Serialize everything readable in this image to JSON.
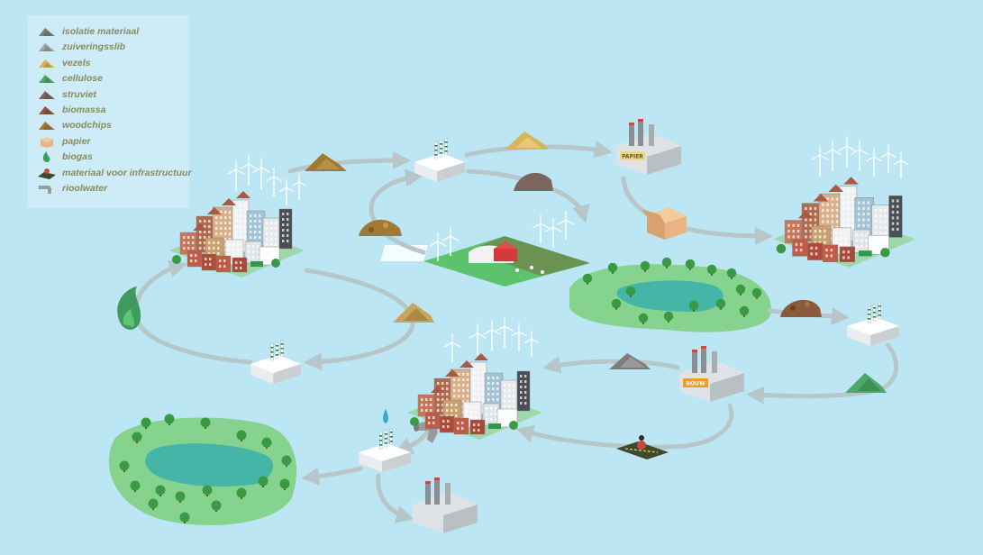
{
  "legend": {
    "items": [
      {
        "label": "isolatie materiaal",
        "icon": "pile-icon",
        "color": "#7d7d7d"
      },
      {
        "label": "zuiveringsslib",
        "icon": "pile-icon",
        "color": "#a0a0a0"
      },
      {
        "label": "vezels",
        "icon": "pile-icon",
        "color": "#d8b55a"
      },
      {
        "label": "cellulose",
        "icon": "pile-icon",
        "color": "#4ea86a"
      },
      {
        "label": "struviet",
        "icon": "pile-icon",
        "color": "#7a6560"
      },
      {
        "label": "biomassa",
        "icon": "pile-icon",
        "color": "#8a5a3c"
      },
      {
        "label": "woodchips",
        "icon": "pile-icon",
        "color": "#a07a32"
      },
      {
        "label": "papier",
        "icon": "box-icon",
        "color": "#e8b582"
      },
      {
        "label": "biogas",
        "icon": "flame-icon",
        "color": "#3e9a5e"
      },
      {
        "label": "materiaal voor infrastructuur",
        "icon": "road-icon",
        "color": "#3f4a2a"
      },
      {
        "label": "rioolwater",
        "icon": "pipe-icon",
        "color": "#9a9a9a"
      }
    ]
  },
  "signs": {
    "paper_factory": "PAPIER",
    "building_factory": "BOUW"
  },
  "colors": {
    "background": "#bde6f4",
    "arrow": "#b7c6c9",
    "island": "#86d38f",
    "lake": "#44b5a6",
    "tree": "#3a9a44",
    "factory": "#dfe3e6"
  }
}
